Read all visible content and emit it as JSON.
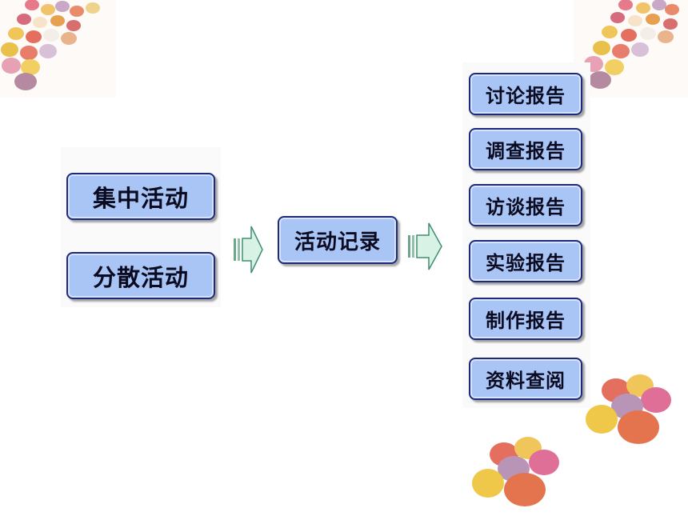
{
  "left_group": [
    "集中活动",
    "分散活动"
  ],
  "center": "活动记录",
  "right_group": [
    "讨论报告",
    "调查报告",
    "访谈报告",
    "实验报告",
    "制作报告",
    "资料查阅"
  ],
  "colors": {
    "box_fill": "#a9c5f5",
    "box_border": "#1f2a7a",
    "arrow_fill": "#d8f2e6",
    "arrow_stroke": "#3f8f6f"
  }
}
